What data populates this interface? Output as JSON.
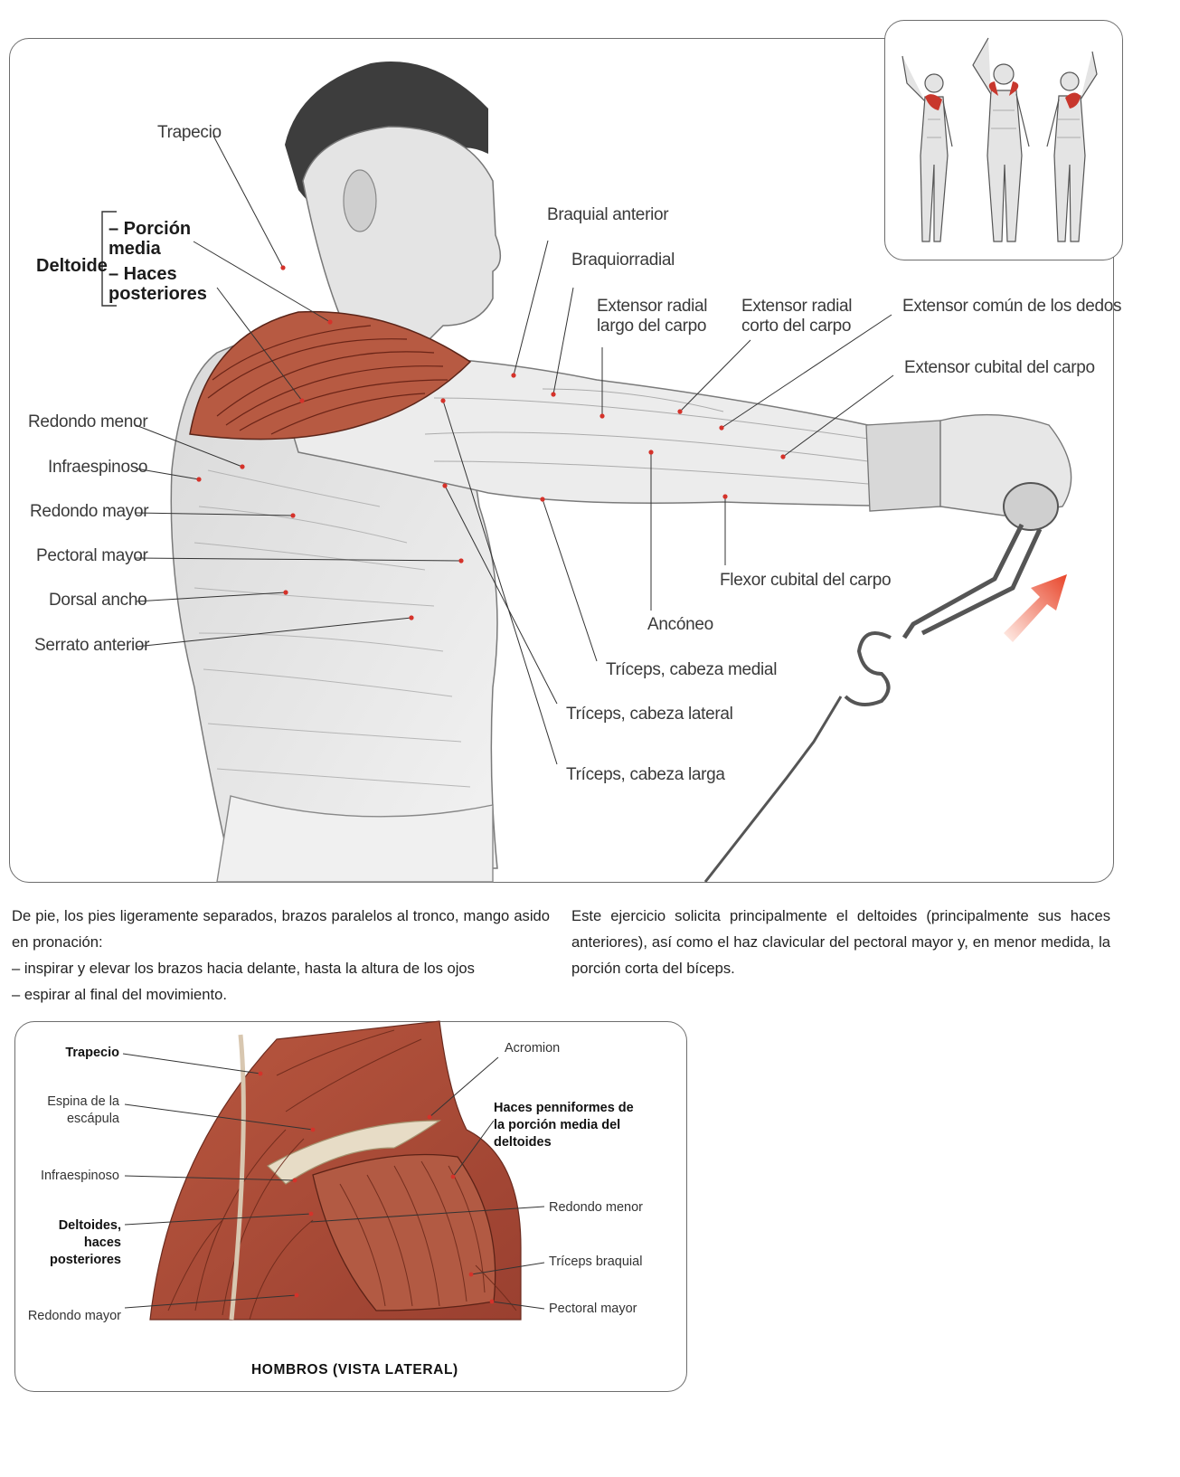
{
  "main_labels": {
    "trapecio": "Trapecio",
    "deltoide": "Deltoide",
    "porcion_media": "– Porción media",
    "haces_posteriores": "– Haces posteriores",
    "redondo_menor": "Redondo menor",
    "infraespinoso": "Infraespinoso",
    "redondo_mayor": "Redondo mayor",
    "pectoral_mayor": "Pectoral mayor",
    "dorsal_ancho": "Dorsal ancho",
    "serrato_anterior": "Serrato anterior",
    "braquial_anterior": "Braquial anterior",
    "braquiorradial": "Braquiorradial",
    "extensor_radial_largo": "Extensor radial largo del carpo",
    "extensor_radial_corto": "Extensor radial corto del carpo",
    "extensor_comun": "Extensor común de los dedos",
    "extensor_cubital": "Extensor cubital del carpo",
    "flexor_cubital": "Flexor cubital del carpo",
    "anconeo": "Ancóneo",
    "triceps_medial": "Tríceps, cabeza medial",
    "triceps_lateral": "Tríceps, cabeza lateral",
    "triceps_larga": "Tríceps, cabeza larga"
  },
  "description": {
    "left_intro": "De pie, los pies ligeramente separados, brazos paralelos al tronco, mango asido en pronación:",
    "steps": [
      "– inspirar y elevar los brazos hacia delante, hasta la altura de los ojos",
      "– espirar al final del movimiento."
    ],
    "right_text": "Este ejercicio solicita principalmente el deltoides (principalmente sus haces anteriores), así como el haz clavicular del pectoral mayor y, en menor medida, la porción corta del bíceps."
  },
  "shoulder_panel": {
    "caption": "HOMBROS (VISTA LATERAL)",
    "trapecio": "Trapecio",
    "espina": "Espina de la escápula",
    "infraespinoso": "Infraespinoso",
    "deltoides_post": "Deltoides, haces posteriores",
    "redondo_mayor": "Redondo mayor",
    "acromion": "Acromion",
    "haces_penniformes": "Haces penniformes de la porción media del deltoides",
    "redondo_menor": "Redondo menor",
    "triceps": "Tríceps braquial",
    "pectoral": "Pectoral mayor"
  },
  "colors": {
    "muscle_highlight": "#c8372d",
    "arrow": "#e8452a",
    "frame": "#6d6d6d"
  }
}
